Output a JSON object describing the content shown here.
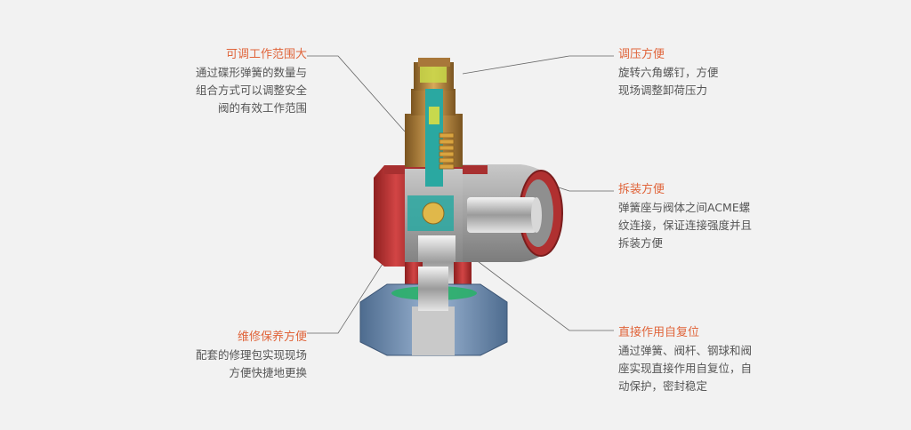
{
  "callouts": {
    "adjustable_range": {
      "title": "可调工作范围大",
      "body": "通过碟形弹簧的数量与\n组合方式可以调整安全\n阀的有效工作范围"
    },
    "pressure_adjust": {
      "title": "调压方便",
      "body": "旋转六角螺钉，方便\n现场调整卸荷压力"
    },
    "easy_assembly": {
      "title": "拆装方便",
      "body": "弹簧座与阀体之间ACME螺\n纹连接，保证连接强度并且\n拆装方便"
    },
    "maintenance": {
      "title": "维修保养方便",
      "body": "配套的修理包实现现场\n方便快捷地更换"
    },
    "self_reset": {
      "title": "直接作用自复位",
      "body": "通过弹簧、阀杆、钢球和阀\n座实现直接作用自复位，自\n动保护，密封稳定"
    }
  },
  "colors": {
    "accent": "#e0643a",
    "body_red": "#c0392b",
    "brass": "#b8863b",
    "steel_blue": "#6f8fb3",
    "gray_body": "#9a9a9a",
    "teal": "#1fa7a0",
    "leader_line": "#666666"
  }
}
